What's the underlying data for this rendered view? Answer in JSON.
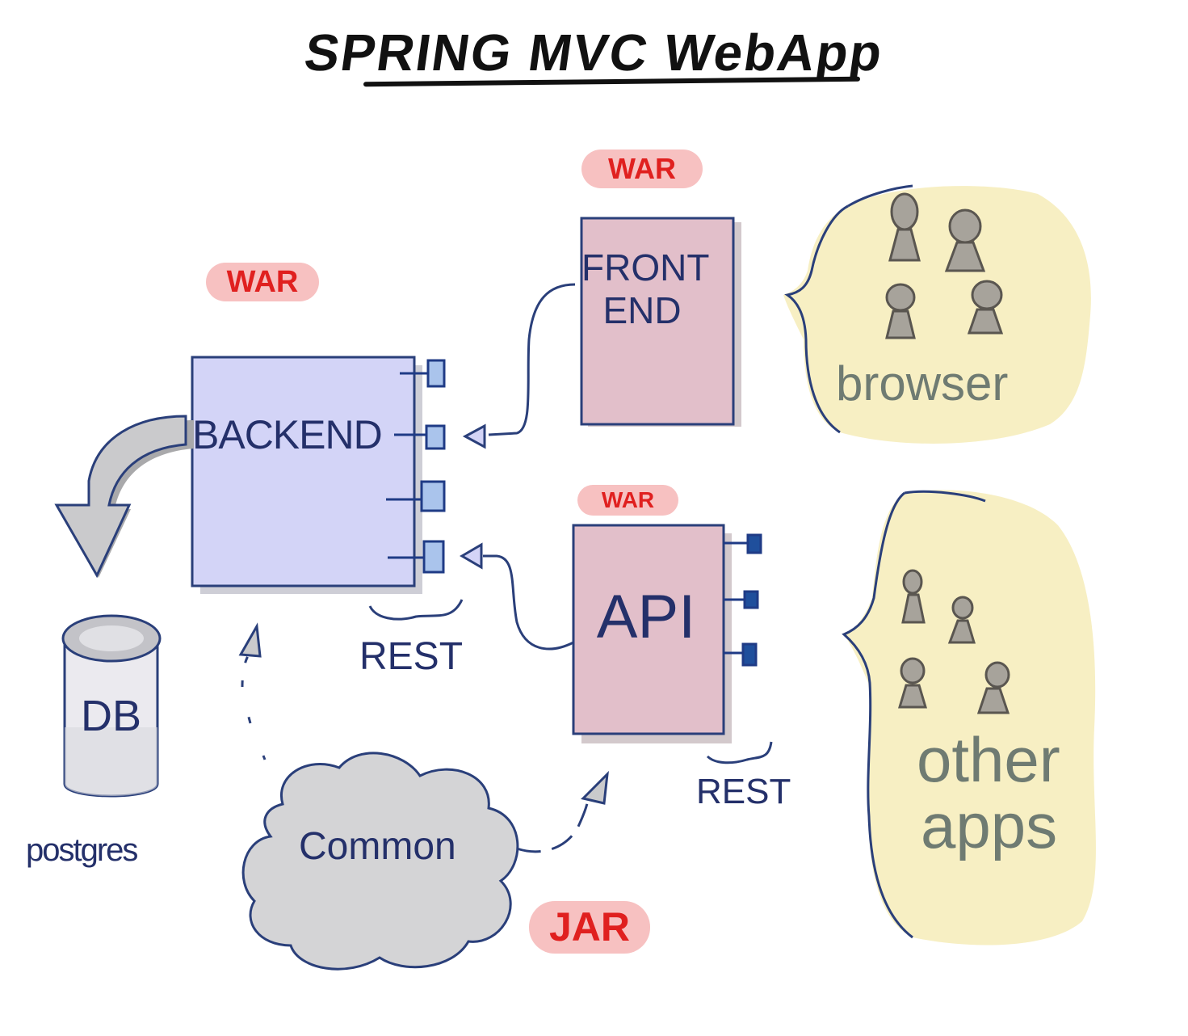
{
  "title": "SPRING MVC WebApp",
  "tags": {
    "backend": "WAR",
    "frontend": "WAR",
    "api": "WAR",
    "common": "JAR"
  },
  "nodes": {
    "backend": "BACKEND",
    "frontend_line1": "FRONT",
    "frontend_line2": "END",
    "api": "API",
    "db": "DB",
    "common": "Common",
    "browser": "browser",
    "other_apps_line1": "other",
    "other_apps_line2": "apps"
  },
  "labels": {
    "backend_rest": "REST",
    "api_rest": "REST",
    "postgres": "postgres"
  },
  "colors": {
    "backend_fill": "#d3d4f7",
    "war_box_fill": "#e2bfca",
    "cloud_fill": "#d4d4d6",
    "bubble_fill": "#f7efc3",
    "ink": "#24306a",
    "tag_red": "#e0201f"
  }
}
